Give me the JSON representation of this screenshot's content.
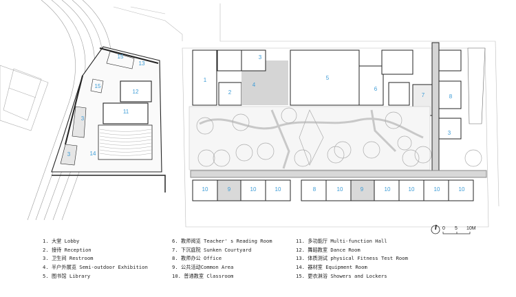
{
  "plan": {
    "room_labels": [
      "1",
      "2",
      "3",
      "4",
      "5",
      "6",
      "7",
      "8",
      "3",
      "10",
      "9",
      "10",
      "10",
      "8",
      "10",
      "9",
      "10",
      "10",
      "10",
      "10",
      "15",
      "13",
      "15",
      "12",
      "11",
      "3",
      "3",
      "14"
    ],
    "label_color": "#3b9bd6",
    "scale_bar": {
      "ticks": [
        "0",
        "5",
        "10M"
      ]
    },
    "north_icon": "north-arrow-icon"
  },
  "legend": [
    "1.  大堂 Lobby",
    "2.  接待 Reception",
    "3.  卫生间 Restroom",
    "4.  半户外展览 Semi-outdoor Exhibition",
    "5.  图书馆 Library",
    "6.  教师阅览 Teacher' s Reading Room",
    "7.  下沉庭院 Sunken Courtyard",
    "8.  教师办公 Office",
    "9.  公共活动Common Area",
    "10. 普通教室 Classroom",
    "11. 多功能厅 Multi-function Hall",
    "12. 舞蹈教室 Dance Room",
    "13. 体质测试 physical Fitness Test Room",
    "14. 器材室 Equipment Room",
    "15. 更衣淋浴 Showers and Lockers"
  ]
}
